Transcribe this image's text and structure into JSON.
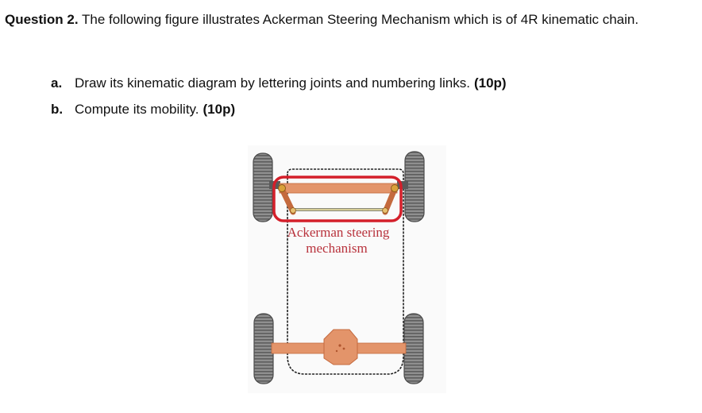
{
  "question": {
    "label": "Question 2.",
    "text": "The following figure illustrates Ackerman Steering Mechanism which is of 4R kinematic chain."
  },
  "items": [
    {
      "letter": "a.",
      "text": "Draw its kinematic diagram by lettering joints and numbering links.",
      "points": "(10p)"
    },
    {
      "letter": "b.",
      "text": "Compute its mobility.",
      "points": "(10p)"
    }
  ],
  "figure": {
    "caption_line1": "Ackerman steering",
    "caption_line2": "mechanism",
    "colors": {
      "link": "#e3946a",
      "link_dark": "#c46a3e",
      "highlight": "#d41f2a",
      "caption": "#b8323c",
      "tire": "#8f8f8f",
      "joint": "#d9a13a"
    }
  }
}
